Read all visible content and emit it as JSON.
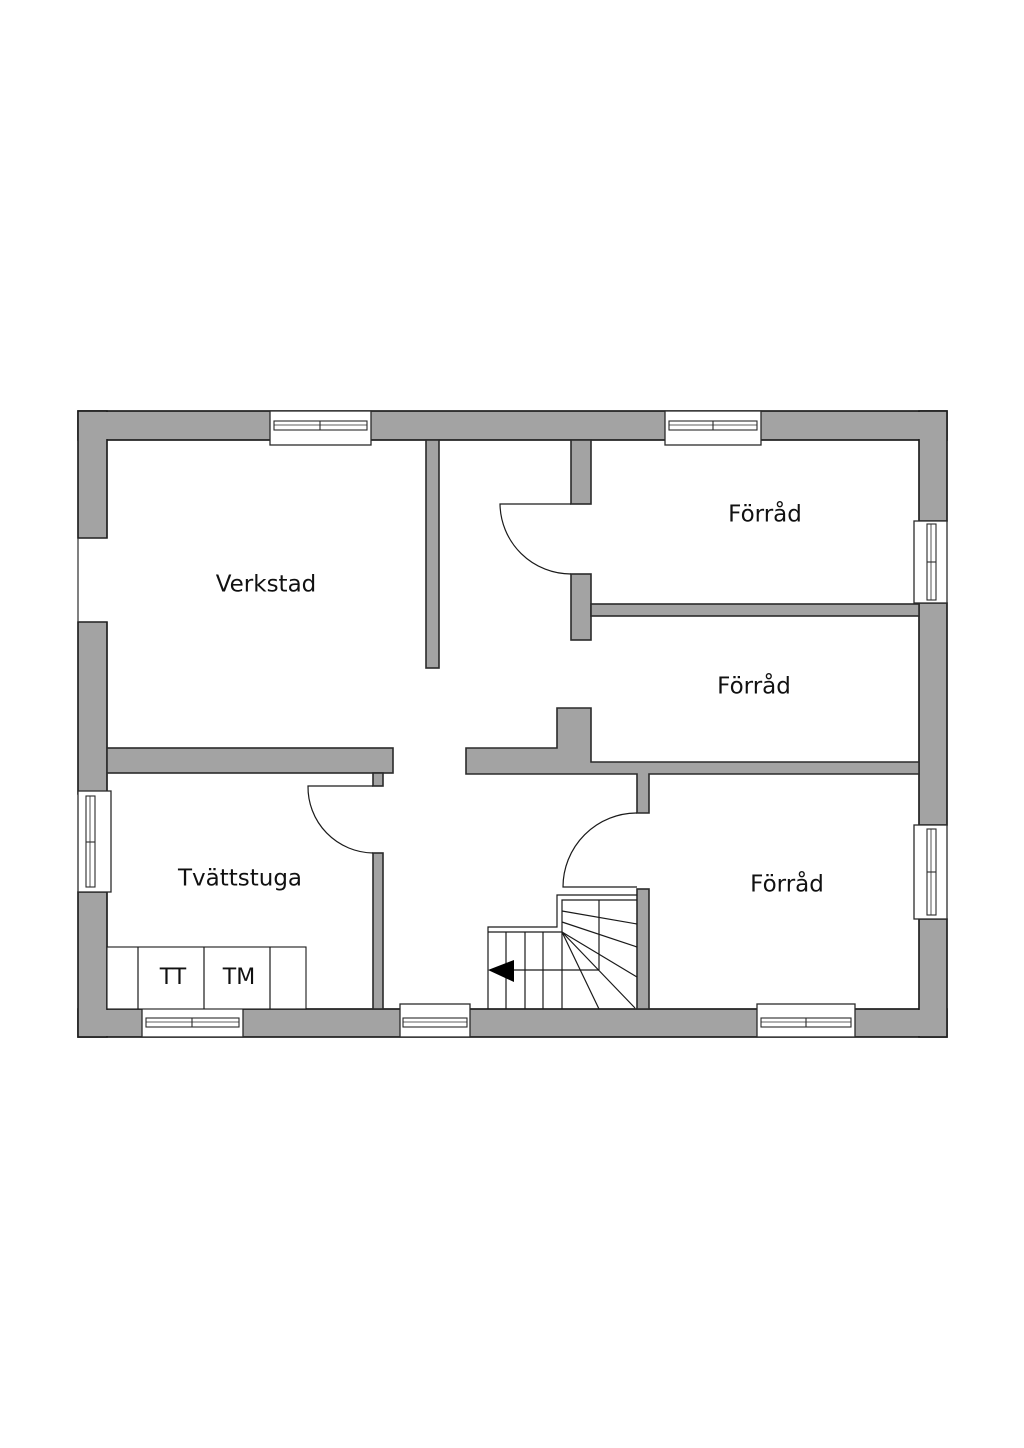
{
  "plan": {
    "rooms": [
      {
        "label": "Verkstad"
      },
      {
        "label": "Förråd"
      },
      {
        "label": "Förråd"
      },
      {
        "label": "Förråd"
      },
      {
        "label": "Tvättstuga"
      }
    ],
    "fixtures": [
      {
        "label": "TT"
      },
      {
        "label": "TM"
      }
    ],
    "colors": {
      "wall": "#a3a3a3",
      "outline": "#2b2b2b",
      "background": "#ffffff"
    }
  }
}
